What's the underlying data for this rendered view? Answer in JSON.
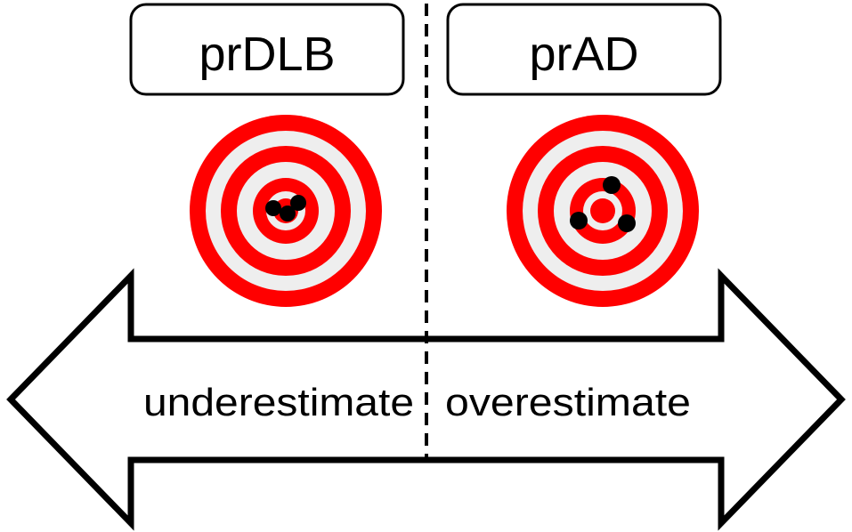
{
  "panels": [
    {
      "label": "prDLB"
    },
    {
      "label": "prAD"
    }
  ],
  "arrow": {
    "left_label": "underestimate",
    "right_label": "overestimate"
  },
  "colors": {
    "ring_red": "#ff0000",
    "ring_light": "#eeeeee",
    "dot": "#000000",
    "outline": "#000000",
    "background": "#ffffff"
  }
}
